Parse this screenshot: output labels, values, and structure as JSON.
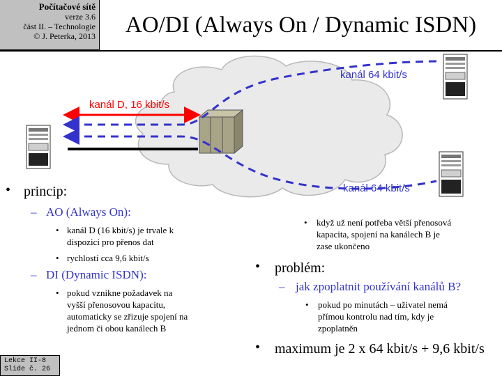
{
  "header": {
    "course_title": "Počítačové sítě",
    "version": "verze 3.6",
    "part": "část  II. –  Technologie",
    "copyright": "© J. Peterka, 2013",
    "slide_title": "AO/DI (Always On / Dynamic ISDN)"
  },
  "diagram": {
    "channel_d_label": "kanál D, 16 kbit/s",
    "channel_b_top_label": "kanál 64 kbit/s",
    "channel_b_bottom_label": "kanál 64 kbit/s",
    "colors": {
      "channel_d": "#ff0000",
      "channel_b": "#3333cc",
      "cloud": "#eaeaea"
    }
  },
  "content": {
    "principle": "princip:",
    "ao_heading": "AO (Always On):",
    "ao_item1_l1": "kanál D (16 kbit/s)  je trvale  k",
    "ao_item1_l2": "dispozici  pro přenos  dat",
    "ao_item2": "rychlostí  cca 9,6 kbit/s",
    "di_heading": "DI (Dynamic ISDN):",
    "di_item_l1": "pokud vznikne  požadavek na",
    "di_item_l2": "vyšší přenosovou kapacitu,",
    "di_item_l3": "automaticky  se zřizuje  spojení na",
    "di_item_l4": "jednom  či obou kanálech  B",
    "right_item_l1": "když už není potřeba větší přenosová",
    "right_item_l2": "kapacita,  spojení na kanálech  B je",
    "right_item_l3": "zase ukončeno",
    "problem": "problém:",
    "problem_q": "jak zpoplatnit používání kanálů B?",
    "problem_item_l1": "pokud po minutách  – uživatel  nemá",
    "problem_item_l2": "přímou kontrolu  nad tím,  kdy je",
    "problem_item_l3": "zpoplatněn",
    "maximum": "maximum  je 2 x 64 kbit/s + 9,6 kbit/s"
  },
  "footer": {
    "lecture": "Lekce II-8",
    "slide": "Slide č. 26"
  }
}
